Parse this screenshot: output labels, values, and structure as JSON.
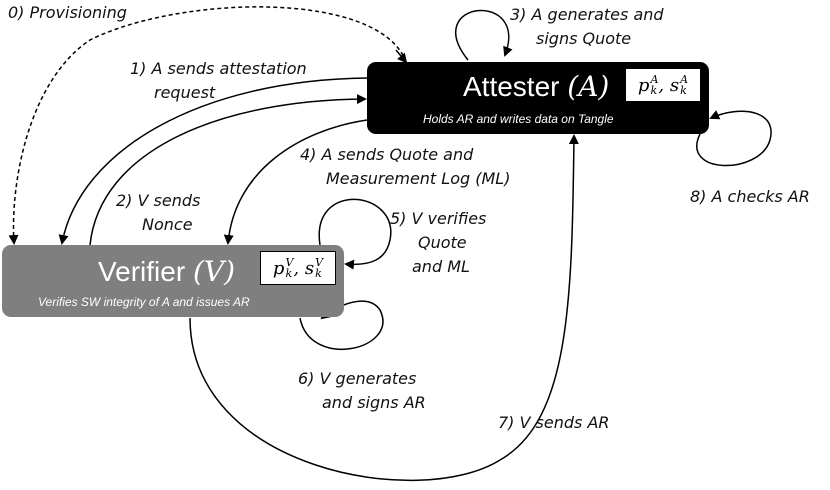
{
  "attester": {
    "name": "Attester",
    "symbol": "(A)",
    "description": "Holds AR and writes data on Tangle",
    "key_public": "p",
    "key_secret": "s",
    "key_sub": "k",
    "key_sup": "A"
  },
  "verifier": {
    "name": "Verifier",
    "symbol": "(V)",
    "description": "Verifies SW integrity of A and issues AR",
    "key_public": "p",
    "key_secret": "s",
    "key_sub": "k",
    "key_sup": "V"
  },
  "steps": {
    "s0": "0)  Provisioning",
    "s1_line1": "1)  A sends attestation",
    "s1_line2": "request",
    "s2_line1": "2)  V sends",
    "s2_line2": "Nonce",
    "s3_line1": "3)  A generates and",
    "s3_line2": "signs Quote",
    "s4_line1": "4)  A sends Quote and",
    "s4_line2": "Measurement Log (ML)",
    "s5_line1": "5)  V verifies",
    "s5_line2": "Quote",
    "s5_line3": "and ML",
    "s6_line1": "6)  V generates",
    "s6_line2": "and signs AR",
    "s7": "7)  V sends AR",
    "s8": "8)  A checks AR"
  },
  "colors": {
    "attester_fill": "#000000",
    "verifier_fill": "#7f7f7f",
    "arrow": "#000000"
  }
}
